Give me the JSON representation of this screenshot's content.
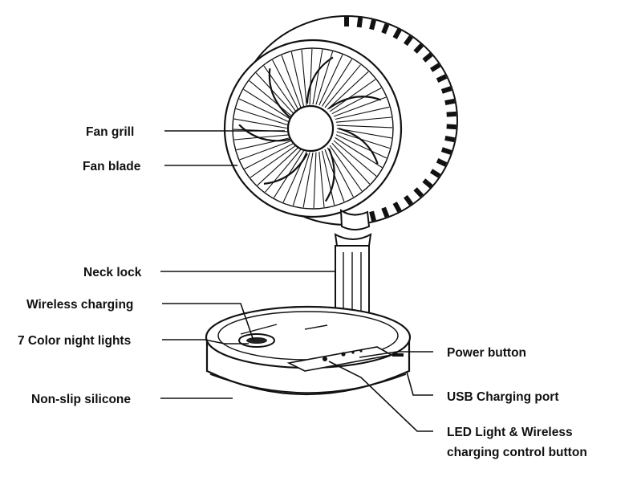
{
  "labels": {
    "fan_grill": "Fan grill",
    "fan_blade": "Fan blade",
    "neck_lock": "Neck lock",
    "wireless_charging": "Wireless charging",
    "night_lights": "7 Color night lights",
    "non_slip": "Non-slip silicone",
    "power_button": "Power button",
    "usb_port": "USB Charging port",
    "led_line1": "LED Light & Wireless",
    "led_line2": "charging control button"
  }
}
